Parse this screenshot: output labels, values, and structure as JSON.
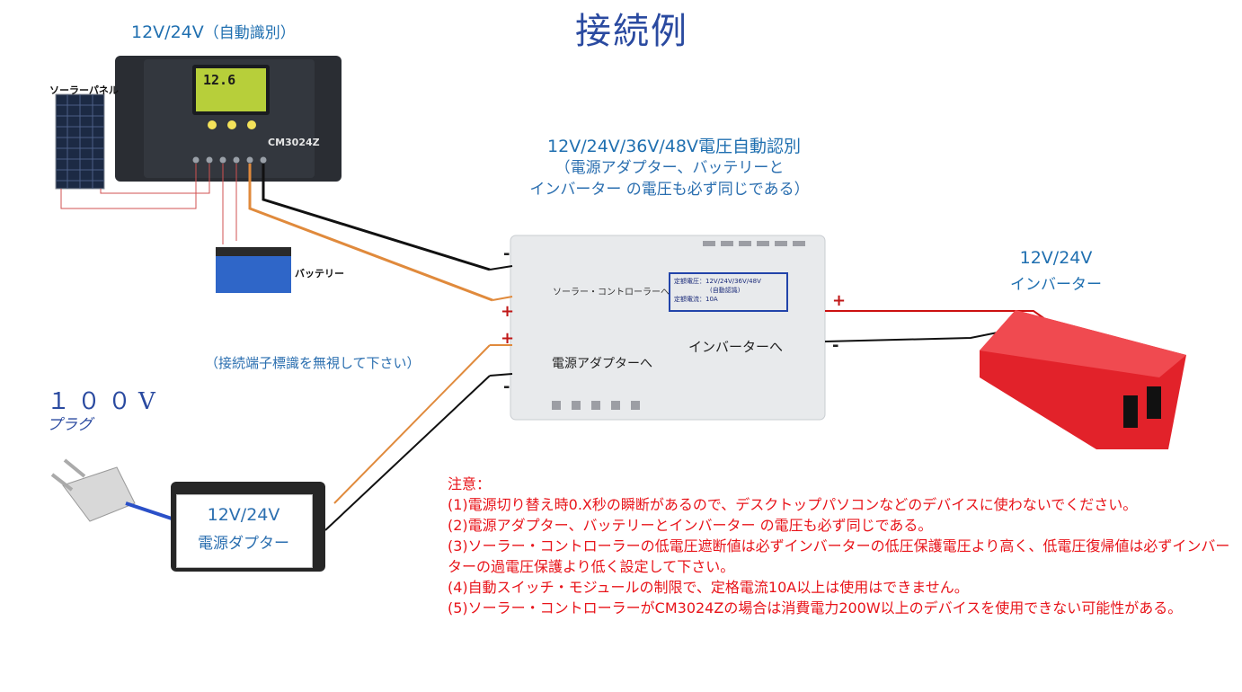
{
  "title": "接続例",
  "controller": {
    "voltage": "12V/24V",
    "auto": "（自動識別）",
    "model": "CM3024Z",
    "lcd_value": "12.6"
  },
  "solar_panel_label": "ソーラーパネル",
  "battery_label": "バッテリー",
  "adapter_module": {
    "title": "12V/24V/36V/48V電圧自動認別",
    "note_lines": [
      "（電源アダプター、バッテリーと",
      "インバーター の電圧も必ず同じである）"
    ],
    "left_label": "ソーラー・コントローラーへ",
    "spec_line1": "定額電圧：12V/24V/36V/48V",
    "spec_line2": "(自動認識)",
    "spec_line3": "定額電流：10A",
    "inverter_label": "インバーターへ",
    "adapter_label": "電源アダプターへ"
  },
  "inverter": {
    "voltage": "12V/24V",
    "label": "インバーター"
  },
  "ignore_note": "（接続端子標識を無視して下さい）",
  "plug": {
    "voltage": "１００V",
    "label": "プラグ"
  },
  "power_adapter": {
    "voltage": "12V/24V",
    "label": "電源ダプター"
  },
  "signs": {
    "minus": "-",
    "plus": "+"
  },
  "notes": {
    "heading": "注意：",
    "items": [
      "(1)電源切り替え時0.X秒の瞬断があるので、デスクトップパソコンなどのデバイスに使わないでください。",
      "(2)電源アダプター、バッテリーとインバーター の電圧も必ず同じである。",
      "(3)ソーラー・コントローラーの低電圧遮断値は必ずインバーターの低圧保護電圧より高く、低電圧復帰値は必ずインバーターの過電圧保護より低く設定して下さい。",
      "(4)自動スイッチ・モジュールの制限で、定格電流10A以上は使用はできません。",
      "(5)ソーラー・コントローラーがCM3024Zの場合は消費電力200W以上のデバイスを使用できない可能性がある。"
    ]
  },
  "colors": {
    "note_red": "#e8141a",
    "label_blue": "#1f6fb0",
    "wire_orange": "#e08a3c",
    "wire_red": "#cc1111"
  }
}
